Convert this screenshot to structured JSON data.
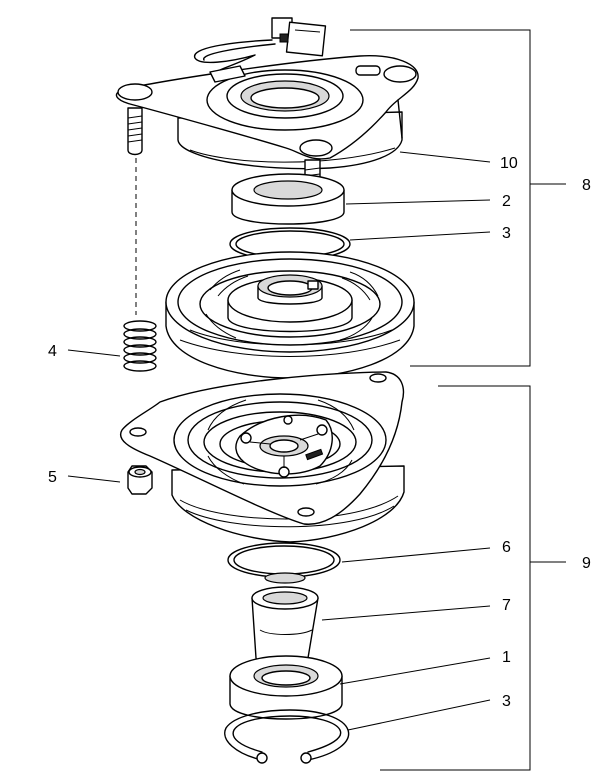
{
  "callouts": {
    "c1": "1",
    "c2": "2",
    "c3a": "3",
    "c3b": "3",
    "c4": "4",
    "c5": "5",
    "c6": "6",
    "c7": "7",
    "c8": "8",
    "c9": "9",
    "c10": "10"
  }
}
